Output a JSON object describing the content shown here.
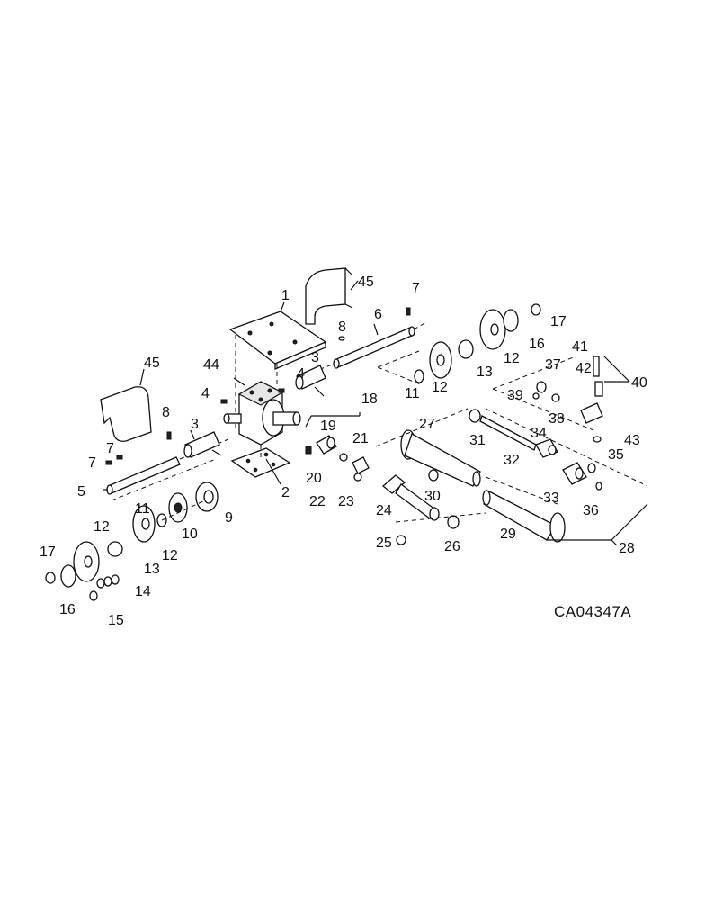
{
  "diagram": {
    "drawing_code": "CA04347A",
    "callouts": [
      "1",
      "2",
      "3",
      "3",
      "4",
      "4",
      "5",
      "6",
      "7",
      "7",
      "7",
      "8",
      "8",
      "9",
      "10",
      "11",
      "11",
      "12",
      "12",
      "12",
      "12",
      "13",
      "13",
      "14",
      "15",
      "16",
      "16",
      "17",
      "17",
      "18",
      "19",
      "20",
      "21",
      "22",
      "23",
      "24",
      "25",
      "26",
      "27",
      "28",
      "29",
      "30",
      "31",
      "32",
      "33",
      "34",
      "35",
      "36",
      "37",
      "38",
      "39",
      "40",
      "41",
      "42",
      "43",
      "44",
      "45",
      "45"
    ]
  }
}
